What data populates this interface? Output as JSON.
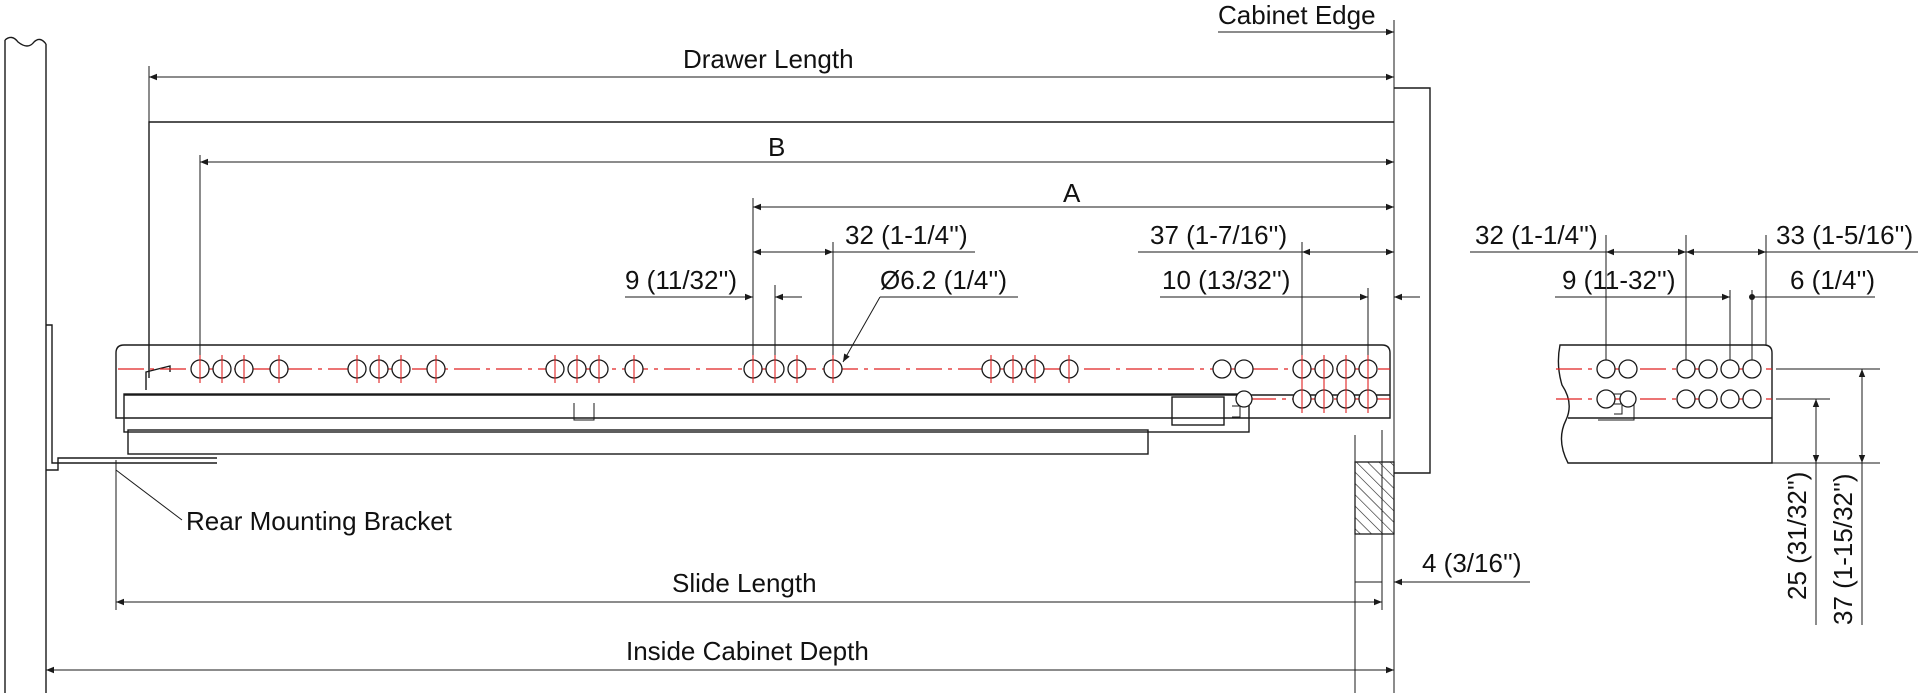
{
  "labels": {
    "cabinet_edge": "Cabinet Edge",
    "drawer_length": "Drawer Length",
    "b": "B",
    "a": "A",
    "dim_32": "32 (1-1/4'')",
    "dim_37": "37 (1-7/16'')",
    "dim_9": "9 (11/32'')",
    "dim_dia": "Ø6.2 (1/4'')",
    "dim_10": "10 (13/32'')",
    "rear_bracket": "Rear Mounting Bracket",
    "slide_length": "Slide Length",
    "dim_4": "4 (3/16'')",
    "inside_depth": "Inside Cabinet Depth"
  },
  "detail_labels": {
    "dim_32": "32 (1-1/4'')",
    "dim_33": "33 (1-5/16'')",
    "dim_9": "9 (11-32'')",
    "dim_6": "6 (1/4'')",
    "dim_25": "25 (31/32'')",
    "dim_37": "37 (1-15/32'')"
  },
  "colors": {
    "line": "#1a1a1a",
    "centerline": "#e02020"
  }
}
